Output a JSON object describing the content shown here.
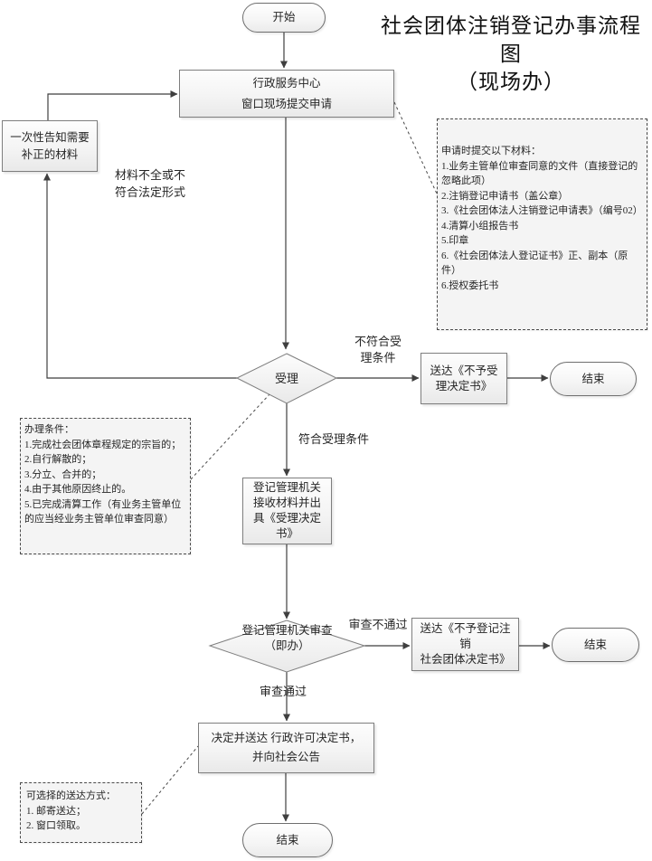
{
  "title": "社会团体注销登记办事流程图\n（现场办）",
  "nodes": {
    "start": "开始",
    "submit": "行政服务中心\n窗口现场提交申请",
    "notify": "一次性告知需要\n补正的材料",
    "accept": "受理",
    "receive": "登记管理机关\n接收材料并出\n具《受理决定\n书》",
    "reject_accept": "送达《不予受\n理决定书》",
    "end_top": "结束",
    "review": "登记管理机关审查\n（即办）",
    "reject_review": "送达《不予登记注\n销\n社会团体决定书》",
    "end_mid": "结束",
    "decision": "决定并送达 行政许可决定书，\n并向社会公告",
    "end_bottom": "结束"
  },
  "notes": {
    "materials": "申请时提交以下材料：\n1.业务主管单位审查同意的文件（直接登记的忽略此项）\n2.注销登记申请书（盖公章）\n3.《社会团体法人注销登记申请表》（编号02）\n4.清算小组报告书\n5.印章\n6.《社会团体法人登记证书》正、副本（原件）\n6.授权委托书",
    "conditions": "办理条件：\n1.完成社会团体章程规定的宗旨的；\n2.自行解散的；\n3.分立、合并的；\n4.由于其他原因终止的。\n5.已完成清算工作（有业务主管单位的应当经业务主管单位审查同意）",
    "delivery": "可选择的送达方式：\n1. 邮寄送达；\n2. 窗口领取。"
  },
  "edge_labels": {
    "incomplete": "材料不全或不\n符合法定形式",
    "not_meet_accept": "不符合受\n理条件",
    "meet_accept": "符合受理条件",
    "review_fail": "审查不通过",
    "review_pass": "审查通过"
  },
  "colors": {
    "connector": "#3f3f3f",
    "shape_border": "#7e7e7e",
    "note_fill": "#f4f4f4",
    "shape_fill_bottom": "#e9e9e9",
    "text": "#262626"
  }
}
